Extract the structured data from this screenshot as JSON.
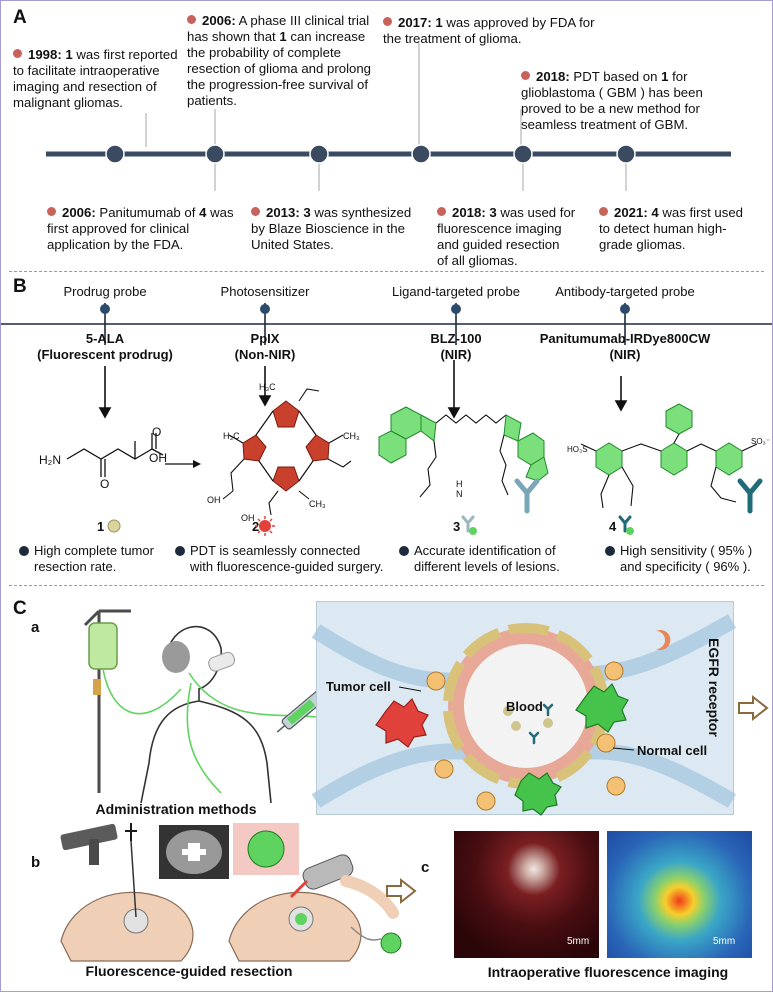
{
  "panel_a": {
    "letter": "A",
    "events_top": [
      {
        "year": "1998:",
        "text": " 1 was first reported to facilitate intraoperative imaging and resection of malignant gliomas.",
        "lines": [
          "<b>1998: 1</b> was first reported",
          "to facilitate intraoperative",
          "imaging and resection of",
          "malignant gliomas."
        ]
      },
      {
        "year": "2006:",
        "lines": [
          "<b>2006:</b> A phase III clinical trial",
          "has shown that <b>1</b> can increase",
          "the  probability of complete",
          "resection of glioma and prolong",
          "the progression-free survival of",
          "patients."
        ]
      },
      {
        "year": "2017:",
        "lines": [
          "<b>2017: 1</b> was approved by FDA for",
          "the treatment of glioma."
        ]
      },
      {
        "year": "2018:",
        "lines": [
          "<b>2018:</b> PDT based on <b>1</b> for",
          "glioblastoma ( GBM ) has been",
          "proved to be a new method for",
          "seamless treatment of GBM."
        ]
      }
    ],
    "events_bottom": [
      {
        "lines": [
          "<b>2006:</b> Panitumumab of <b>4</b> was",
          "first approved for clinical",
          "application by the FDA."
        ]
      },
      {
        "lines": [
          "<b>2013: 3</b> was synthesized",
          "by Blaze Bioscience in the",
          "United States."
        ]
      },
      {
        "lines": [
          "<b>2018: 3</b> was used for",
          "fluorescence imaging",
          "and guided resection",
          "of all gliomas."
        ]
      },
      {
        "lines": [
          "<b>2021: 4</b> was first used",
          "to detect human high-",
          "grade gliomas."
        ]
      }
    ]
  },
  "panel_b": {
    "letter": "B",
    "types": [
      "Prodrug probe",
      "Photosensitizer",
      "Ligand-targeted probe",
      "Antibody-targeted probe"
    ],
    "names": [
      {
        "l1": "5-ALA",
        "l2": "(Fluorescent prodrug)"
      },
      {
        "l1": "PpIX",
        "l2": "(Non-NIR)"
      },
      {
        "l1": "BLZ-100",
        "l2": "(NIR)"
      },
      {
        "l1": "Panitumumab-IRDye800CW",
        "l2": "(NIR)"
      }
    ],
    "numbers": [
      "1",
      "2",
      "3",
      "4"
    ],
    "features": [
      {
        "l1": "High complete tumor",
        "l2": "resection rate."
      },
      {
        "l1": "PDT is seamlessly connected",
        "l2": "with fluorescence-guided surgery."
      },
      {
        "l1": "Accurate identification of",
        "l2": "different levels of lesions."
      },
      {
        "l1": "High sensitivity ( 95% )",
        "l2": "and specificity ( 96% )."
      }
    ],
    "chem": {
      "h2n": "H₂N",
      "oh": "OH",
      "o": "O",
      "h3c": "H₃C",
      "ch3": "CH₃",
      "so3": "SO₃⁻",
      "ho3s": "HO₃S",
      "n": "N",
      "h": "H"
    }
  },
  "panel_c": {
    "letter": "C",
    "sub_a": "a",
    "sub_b": "b",
    "sub_c": "c",
    "tumor_cell": "Tumor cell",
    "blood": "Blood",
    "normal_cell": "Normal cell",
    "egfr": "EGFR receptor",
    "admin": "Administration methods",
    "resection": "Fluorescence-guided resection",
    "imaging": "Intraoperative fluorescence imaging",
    "scale1": "5mm",
    "scale2": "5mm"
  },
  "colors": {
    "timeline": "#3a4a61",
    "event_dot": "#c9625a",
    "accent": "#2e4a6b"
  }
}
